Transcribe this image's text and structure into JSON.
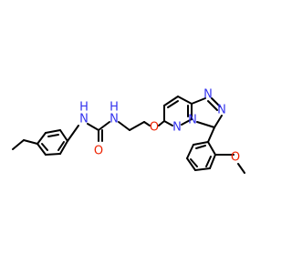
{
  "atom_labels": {
    "nh_left": "H",
    "n_left": "N",
    "nh_right": "H",
    "n_right": "N",
    "o_carbonyl": "O",
    "o_ether": "O",
    "n_pyridazine": "N",
    "n_bridge": "N",
    "n_triazole_1": "N",
    "n_triazole_2": "N",
    "o_methoxy": "O"
  },
  "colors": {
    "carbon_bond": "#000000",
    "nitrogen": "#3333ee",
    "oxygen": "#ee2200",
    "background": "#ffffff"
  }
}
